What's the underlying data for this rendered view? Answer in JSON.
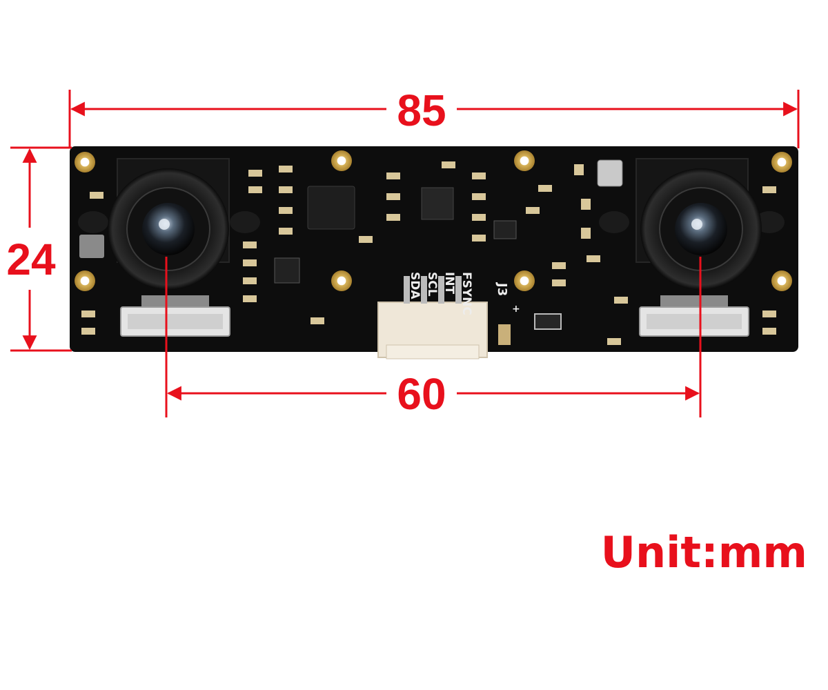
{
  "dimensions": {
    "board_width": {
      "value": "85"
    },
    "board_height": {
      "value": "24"
    },
    "lens_spacing": {
      "value": "60"
    },
    "unit_label": "Unit:mm"
  },
  "board": {
    "connector_pins": [
      "SDA",
      "SCL",
      "INT",
      "FSYNC"
    ],
    "connector_ref": "J3",
    "polarity_mark": "+"
  },
  "colors": {
    "dimension": "#e8101c",
    "pcb": "#0d0d0d",
    "mounting_hole": "#c9a24a",
    "silkscreen": "#ededed",
    "connector": "#efe7d8"
  }
}
